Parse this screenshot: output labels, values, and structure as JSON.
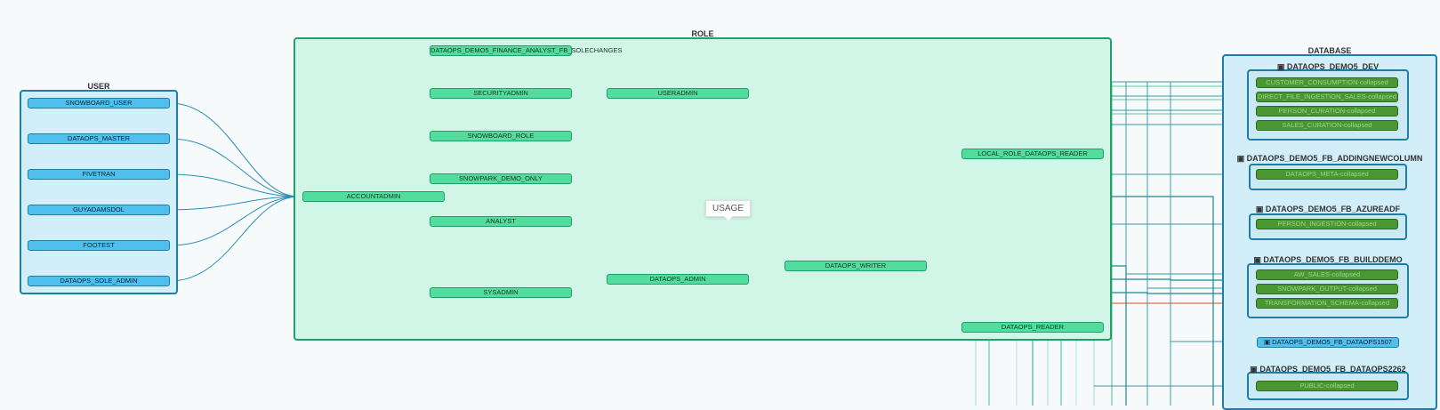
{
  "groups": {
    "user": "USER",
    "role": "ROLE",
    "database": "DATABASE"
  },
  "users": [
    "SNOWBOARD_USER",
    "DATAOPS_MASTER",
    "FIVETRAN",
    "GUYADAMSDOL",
    "FOOTEST",
    "DATAOPS_SOLE_ADMIN"
  ],
  "roles": {
    "finance": "DATAOPS_DEMO5_FINANCE_ANALYST_FB_SOLECHANGES",
    "securityadmin": "SECURITYADMIN",
    "useradmin": "USERADMIN",
    "snowboard_role": "SNOWBOARD_ROLE",
    "local_reader": "LOCAL_ROLE_DATAOPS_READER",
    "snowpark_demo": "SNOWPARK_DEMO_ONLY",
    "accountadmin": "ACCOUNTADMIN",
    "analyst": "ANALYST",
    "writer": "DATAOPS_WRITER",
    "dataops_admin": "DATAOPS_ADMIN",
    "sysadmin": "SYSADMIN",
    "reader": "DATAOPS_READER"
  },
  "tooltip": "USAGE",
  "databases": {
    "dev": "DATAOPS_DEMO5_DEV",
    "dev_schemas": [
      "CUSTOMER_CONSUMPTION-collapsed",
      "DIRECT_FILE_INGESTION_SALES-collapsed",
      "PERSON_CURATION-collapsed",
      "SALES_CURATION-collapsed"
    ],
    "addcol": "DATAOPS_DEMO5_FB_ADDINGNEWCOLUMN",
    "addcol_schemas": [
      "DATAOPS_META-collapsed"
    ],
    "azure": "DATAOPS_DEMO5_FB_AZUREADF",
    "azure_schemas": [
      "PERSON_INGESTION-collapsed"
    ],
    "build": "DATAOPS_DEMO5_FB_BUILDDEMO",
    "build_schemas": [
      "AW_SALES-collapsed",
      "SNOWPARK_OUTPUT-collapsed",
      "TRANSFORMATION_SCHEMA-collapsed"
    ],
    "d1507": "DATAOPS_DEMO5_FB_DATAOPS1507",
    "d2262": "DATAOPS_DEMO5_FB_DATAOPS2262",
    "d2262_schemas": [
      "PUBLIC-collapsed"
    ]
  },
  "colors": {
    "user_edge": "#2a8fb5",
    "role_edge": "#2aa874",
    "usage_edge": "#e86a50",
    "db_edge": "#188a9a"
  }
}
